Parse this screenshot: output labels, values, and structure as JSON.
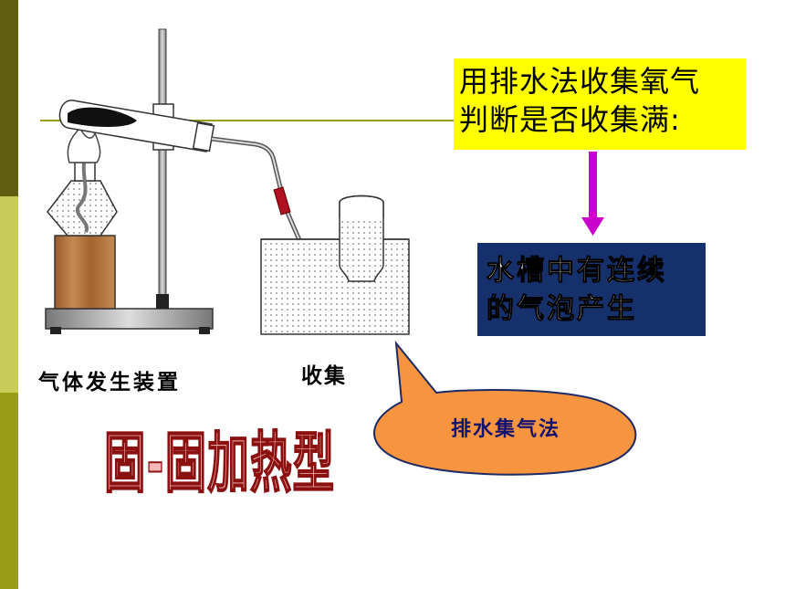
{
  "callout": {
    "line1": "用排水法收集氧气",
    "line2": "判断是否收集满:"
  },
  "result": {
    "line1": "水槽中有连续",
    "line2": "的气泡产生"
  },
  "labels": {
    "device": "气体发生装置",
    "collect": "收集"
  },
  "method_bubble": {
    "text": "排水集气法",
    "color": "#f7943f"
  },
  "title": {
    "text": "固-固加热型"
  },
  "colors": {
    "sidebar_dark": "#5f5f0f",
    "sidebar_light": "#c8cc59",
    "sidebar_mid": "#9a9d17",
    "callout_bg": "#ffff00",
    "result_bg": "#16306b",
    "arrow": "#cc00cc",
    "guide_line": "#9a9d17",
    "title_fill": "#f5b7b7",
    "title_stroke": "#8b1010"
  }
}
